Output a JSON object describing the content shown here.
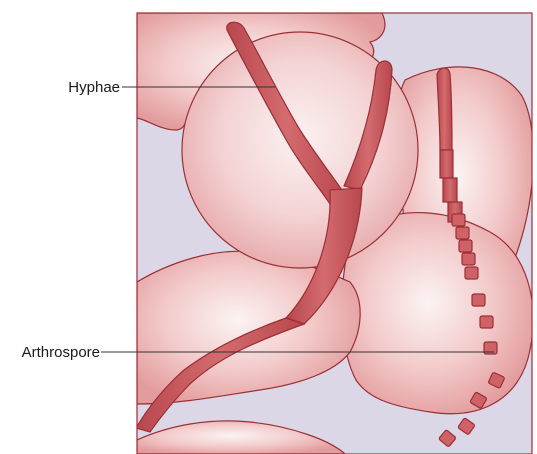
{
  "labels": {
    "hyphae": "Hyphae",
    "arthrospore": "Arthrospore"
  },
  "colors": {
    "background": "#dcd7e6",
    "tissue": "#e9a3a3",
    "tissue_light": "#f6e1e1",
    "hypha_fill": "#c95c60",
    "outline": "#9a2f35",
    "leader_line": "#333333"
  },
  "hyphae_segment_count": 4,
  "arthrospore_count": 12
}
